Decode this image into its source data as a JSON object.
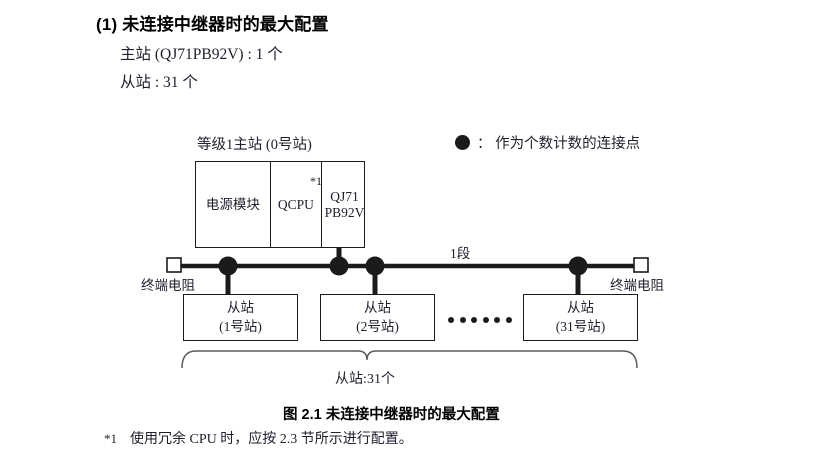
{
  "heading": {
    "number": "(1)",
    "title": "未连接中继器时的最大配置",
    "full": "(1) 未连接中继器时的最大配置"
  },
  "spec": {
    "master_line": "主站 (QJ71PB92V) : 1 个",
    "slave_line": "从站 : 31 个"
  },
  "legend": {
    "symbol": "filled-circle",
    "separator": "：",
    "text": "作为个数计数的连接点",
    "full": "： 作为个数计数的连接点"
  },
  "diagram": {
    "master_title": "等级1主站 (0号站)",
    "rack": {
      "power_label": "电源模块",
      "cpu_label": "QCPU",
      "cpu_footnote_mark": "*1",
      "network_label_line1": "QJ71",
      "network_label_line2": "PB92V"
    },
    "bus": {
      "segment_label": "1段",
      "terminator_left_label": "终端电阻",
      "terminator_right_label": "终端电阻",
      "connection_point_count": 4
    },
    "slaves": [
      {
        "name": "从站",
        "station": "(1号站)"
      },
      {
        "name": "从站",
        "station": "(2号站)"
      },
      {
        "name": "从站",
        "station": "(31号站)"
      }
    ],
    "ellipsis_dots": 6,
    "brace_label": "从站:31个"
  },
  "caption": {
    "figure_number": "图 2.1",
    "figure_title": "未连接中继器时的最大配置",
    "full": "图 2.1  未连接中继器时的最大配置"
  },
  "footnote": {
    "mark": "*1",
    "text": "使用冗余 CPU 时，应按 2.3 节所示进行配置。"
  },
  "colors": {
    "ink": "#1b1b1b",
    "text": "#1f1f2e",
    "background": "#ffffff"
  }
}
